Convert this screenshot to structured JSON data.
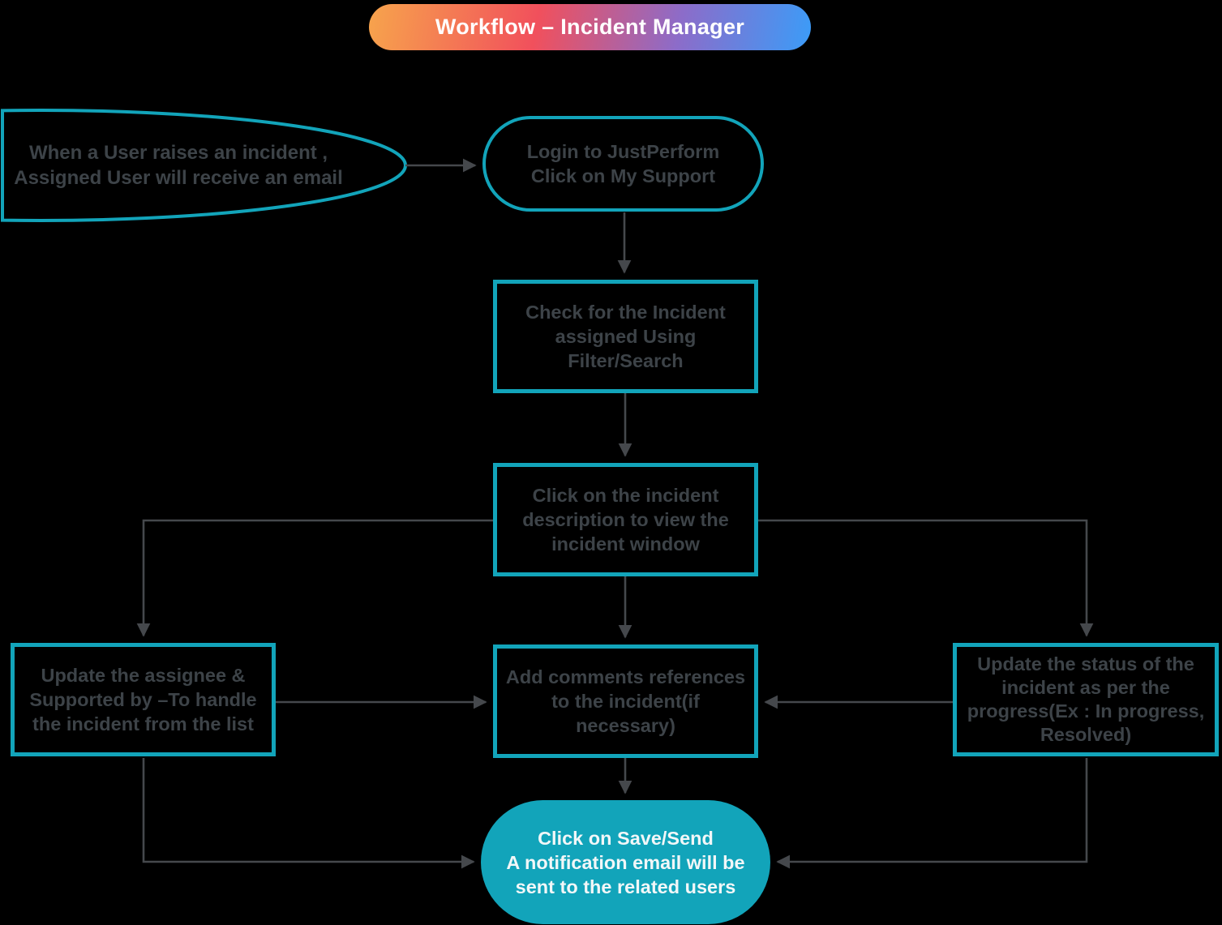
{
  "title": "Workflow – Incident Manager",
  "colors": {
    "banner_gradient_left": "#f7a44c",
    "banner_gradient_mid1": "#f1505c",
    "banner_gradient_mid2": "#8c6cc9",
    "banner_gradient_right": "#3b9cf8",
    "banner_text": "#ffffff",
    "node_border": "#12a4ba",
    "node_text": "#3d4348",
    "connector": "#45484c",
    "end_node_fill": "#12a4ba",
    "end_node_text": "#ffffff",
    "background": "#000000"
  },
  "nodes": {
    "start": {
      "lines": [
        "When a User raises an incident ,",
        "Assigned User will receive an email"
      ]
    },
    "login": {
      "lines": [
        "Login to JustPerform",
        "Click on My Support"
      ]
    },
    "check": {
      "lines": [
        "Check for the Incident",
        "assigned Using",
        "Filter/Search"
      ]
    },
    "view_incident": {
      "lines": [
        "Click on the incident",
        "description to view the",
        "incident window"
      ]
    },
    "update_assignee": {
      "lines": [
        "Update the assignee &",
        "Supported by –To handle",
        "the incident from the list"
      ]
    },
    "add_comments": {
      "lines": [
        "Add comments references",
        "to the incident(if",
        "necessary)"
      ]
    },
    "update_status": {
      "lines": [
        "Update the status of the",
        "incident as per the",
        "progress(Ex : In progress,",
        "Resolved)"
      ]
    },
    "save_send": {
      "lines": [
        "Click on Save/Send",
        "A notification email will be",
        "sent to the related users"
      ]
    }
  },
  "edges": [
    {
      "from": "start",
      "to": "login"
    },
    {
      "from": "login",
      "to": "check"
    },
    {
      "from": "check",
      "to": "view_incident"
    },
    {
      "from": "view_incident",
      "to": "add_comments"
    },
    {
      "from": "view_incident",
      "to": "update_assignee"
    },
    {
      "from": "view_incident",
      "to": "update_status"
    },
    {
      "from": "update_assignee",
      "to": "add_comments"
    },
    {
      "from": "update_status",
      "to": "add_comments"
    },
    {
      "from": "add_comments",
      "to": "save_send"
    },
    {
      "from": "update_assignee",
      "to": "save_send"
    },
    {
      "from": "update_status",
      "to": "save_send"
    }
  ]
}
